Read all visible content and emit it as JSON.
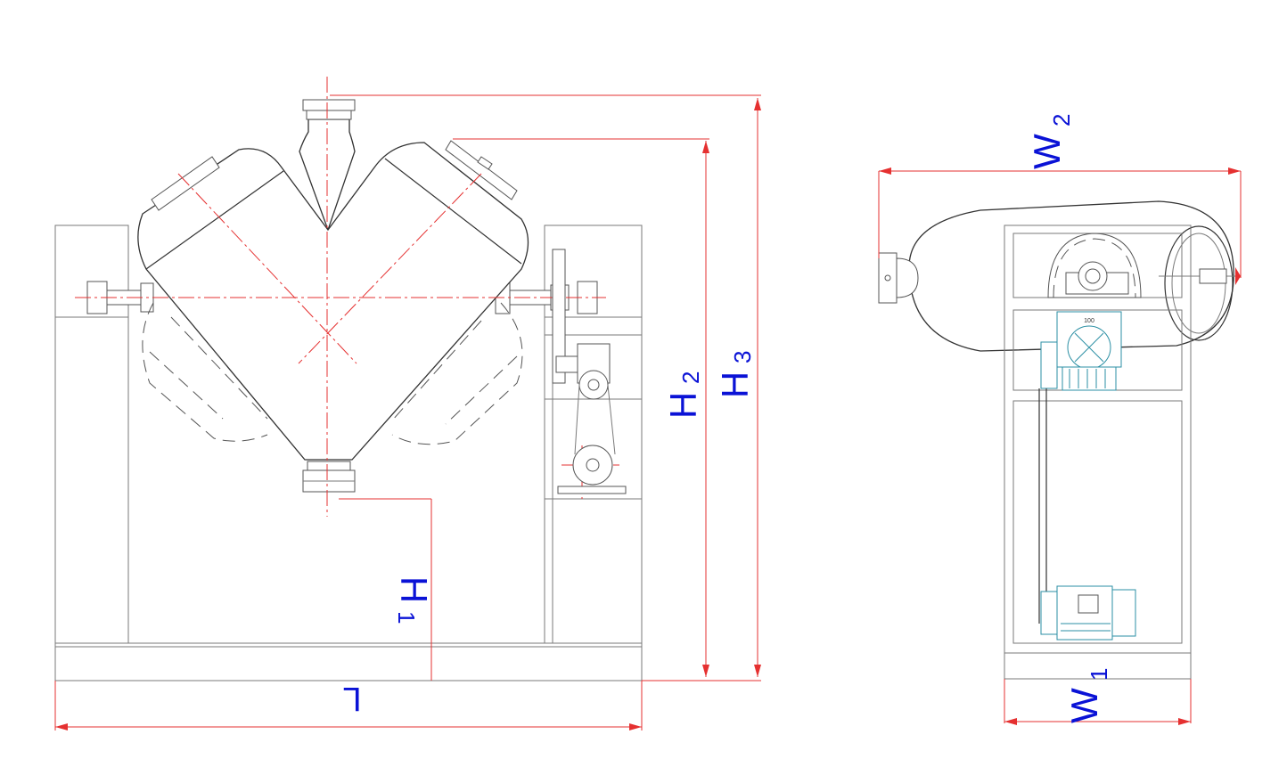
{
  "front_view": {
    "dimensions": {
      "L": "L",
      "H1": "H",
      "H1_sub": "1",
      "H2": "H",
      "H2_sub": "2",
      "H3": "H",
      "H3_sub": "3"
    }
  },
  "side_view": {
    "dimensions": {
      "W1": "W",
      "W1_sub": "1",
      "W2": "W",
      "W2_sub": "2"
    },
    "motor_plate": "100"
  },
  "colors": {
    "dimension_line": "#e53030",
    "dimension_text": "#0a12d6",
    "motor_outline": "#2b8fa4",
    "linework": "#555555"
  }
}
